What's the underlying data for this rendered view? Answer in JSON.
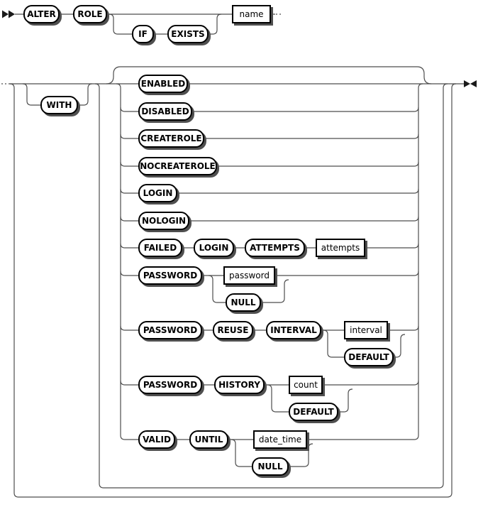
{
  "colors": {
    "background": "#ffffff",
    "line": "#4d4d4d",
    "box_border": "#000000",
    "box_fill": "#ffffff",
    "box_shadow": "#4f4f4f",
    "text": "#000000"
  },
  "line1": {
    "alter": "ALTER",
    "role": "ROLE",
    "if_kw": "IF",
    "exists": "EXISTS",
    "name_var": "name"
  },
  "line2": {
    "with_kw": "WITH",
    "enabled": "ENABLED",
    "disabled": "DISABLED",
    "createrole": "CREATEROLE",
    "nocreaterole": "NOCREATEROLE",
    "login": "LOGIN",
    "nologin": "NOLOGIN",
    "failed": "FAILED",
    "failed_login": "LOGIN",
    "attempts_kw": "ATTEMPTS",
    "attempts_var": "attempts",
    "password_kw": "PASSWORD",
    "password_var": "password",
    "password_null": "NULL",
    "reuse_password_kw": "PASSWORD",
    "reuse_kw": "REUSE",
    "interval_kw": "INTERVAL",
    "interval_var": "interval",
    "reuse_default": "DEFAULT",
    "history_password_kw": "PASSWORD",
    "history_kw": "HISTORY",
    "count_var": "count",
    "history_default": "DEFAULT",
    "valid_kw": "VALID",
    "until_kw": "UNTIL",
    "date_time_var": "date_time",
    "until_null": "NULL"
  }
}
